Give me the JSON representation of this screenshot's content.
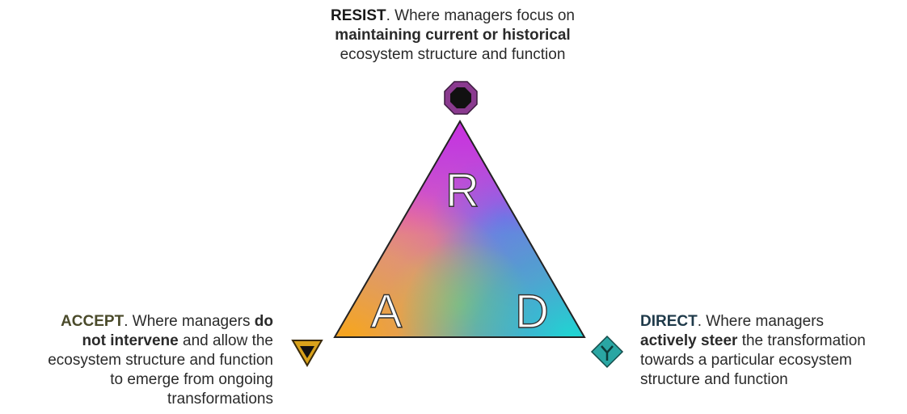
{
  "resist": {
    "keyword": "RESIST",
    "text_1": ". Where managers focus on",
    "bold": "maintaining current or historical",
    "text_2": "ecosystem structure and function",
    "letter": "R",
    "icon": "octagon-icon",
    "color": "#8a3a8f"
  },
  "accept": {
    "keyword": "ACCEPT",
    "text_1": ". Where managers ",
    "bold_1": "do",
    "bold_2": "not intervene",
    "text_2": " and allow the",
    "text_3": "ecosystem structure and function",
    "text_4": "to emerge from ongoing",
    "text_5": "transformations",
    "letter": "A",
    "icon": "down-triangle-icon",
    "color": "#d9a21b"
  },
  "direct": {
    "keyword": "DIRECT",
    "text_1": ". Where managers",
    "bold": "actively steer",
    "text_2": " the transformation",
    "text_3": "towards a particular ecosystem",
    "text_4": "structure and function",
    "letter": "D",
    "icon": "diamond-y-icon",
    "color": "#2aa6a3"
  }
}
